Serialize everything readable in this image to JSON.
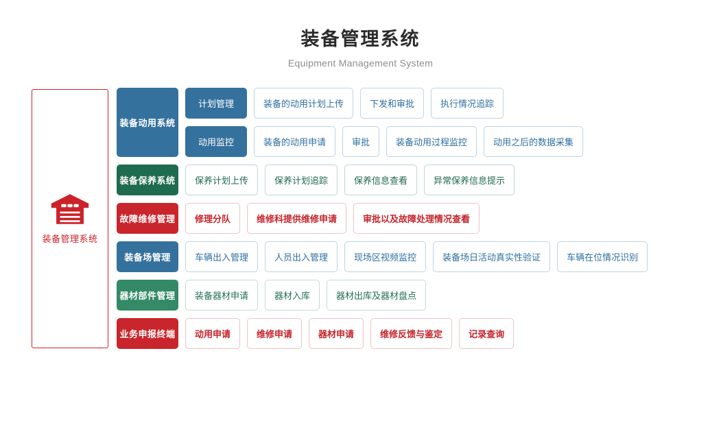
{
  "header": {
    "title": "装备管理系统",
    "subtitle": "Equipment Management System"
  },
  "left_panel": {
    "icon": "warehouse-icon",
    "label": "装备管理系统",
    "border_color": "#cc2229"
  },
  "colors": {
    "blue": "#35719d",
    "green_dark": "#1f6b4f",
    "green_light": "#348a66",
    "red": "#c9252c",
    "card_blue_text": "#2f6fa0",
    "card_green_text": "#21694f",
    "card_red_text": "#c5242b"
  },
  "rows": [
    {
      "category": "装备动用系统",
      "theme": "blue",
      "groups": [
        {
          "sub": "计划管理",
          "cards": [
            "装备的动用计划上传",
            "下发和审批",
            "执行情况追踪"
          ]
        },
        {
          "sub": "动用监控",
          "cards": [
            "装备的动用申请",
            "审批",
            "装备动用过程监控",
            "动用之后的数据采集"
          ]
        }
      ]
    },
    {
      "category": "装备保养系统",
      "theme": "green",
      "groups": [
        {
          "sub": null,
          "cards": [
            "保养计划上传",
            "保养计划追踪",
            "保养信息查看",
            "异常保养信息提示"
          ]
        }
      ]
    },
    {
      "category": "故障维修管理",
      "theme": "red",
      "groups": [
        {
          "sub": null,
          "cards": [
            "修理分队",
            "维修科提供维修申请",
            "审批以及故障处理情况查看"
          ]
        }
      ]
    },
    {
      "category": "装备场管理",
      "theme": "blue",
      "groups": [
        {
          "sub": null,
          "cards": [
            "车辆出入管理",
            "人员出入管理",
            "现场区视频监控",
            "装备场日活动真实性验证",
            "车辆在位情况识别"
          ]
        }
      ]
    },
    {
      "category": "器材部件管理",
      "theme": "green2",
      "groups": [
        {
          "sub": null,
          "cards": [
            "装备器材申请",
            "器材入库",
            "器材出库及器材盘点"
          ]
        }
      ]
    },
    {
      "category": "业务申报终端",
      "theme": "red2",
      "groups": [
        {
          "sub": null,
          "cards": [
            "动用申请",
            "维修申请",
            "器材申请",
            "维修反馈与鉴定",
            "记录查询"
          ]
        }
      ]
    }
  ]
}
